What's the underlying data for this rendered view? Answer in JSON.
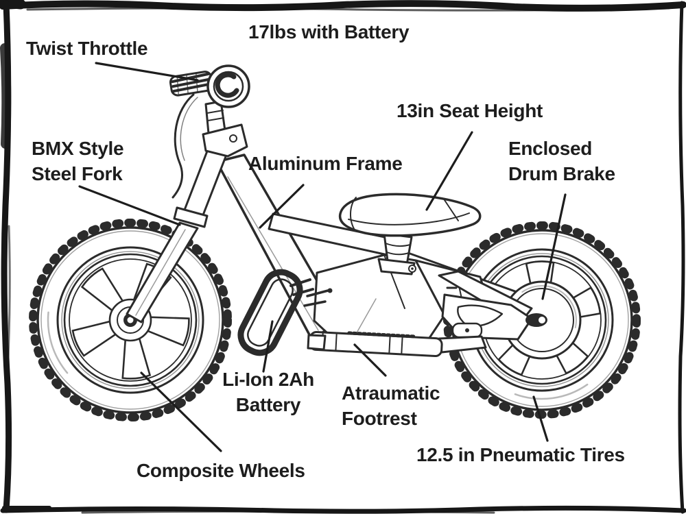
{
  "page": {
    "background": "#ffffff",
    "ink": "#2b2b2b",
    "subject": "electric-balance-bike-feature-diagram"
  },
  "diagram": {
    "callouts": {
      "weight": "17lbs with Battery",
      "twist_throttle": "Twist Throttle",
      "seat_height": "13in Seat Height",
      "fork": "BMX Style\nSteel Fork",
      "frame": "Aluminum Frame",
      "drum_brake": "Enclosed\nDrum Brake",
      "battery": "Li-Ion 2Ah\nBattery",
      "footrest": "Atraumatic\nFootrest",
      "wheels": "Composite Wheels",
      "tires": "12.5 in Pneumatic Tires"
    }
  }
}
